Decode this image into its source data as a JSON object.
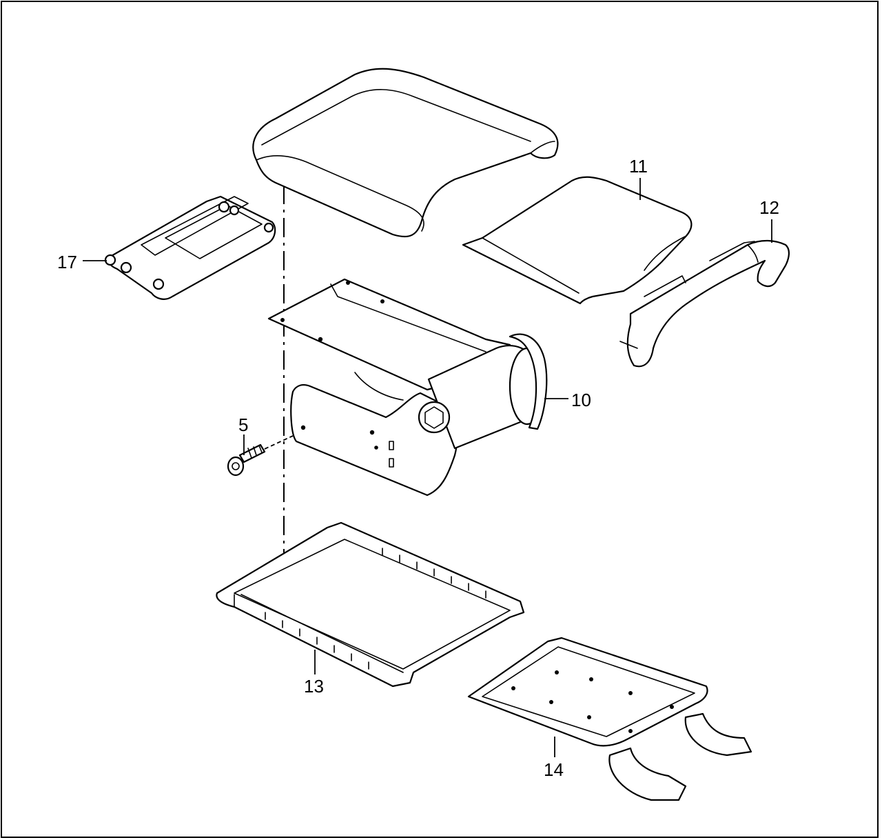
{
  "diagram": {
    "callouts": [
      {
        "id": "5",
        "label": "5"
      },
      {
        "id": "10",
        "label": "10"
      },
      {
        "id": "11",
        "label": "11"
      },
      {
        "id": "12",
        "label": "12"
      },
      {
        "id": "13",
        "label": "13"
      },
      {
        "id": "14",
        "label": "14"
      },
      {
        "id": "17",
        "label": "17"
      }
    ]
  }
}
